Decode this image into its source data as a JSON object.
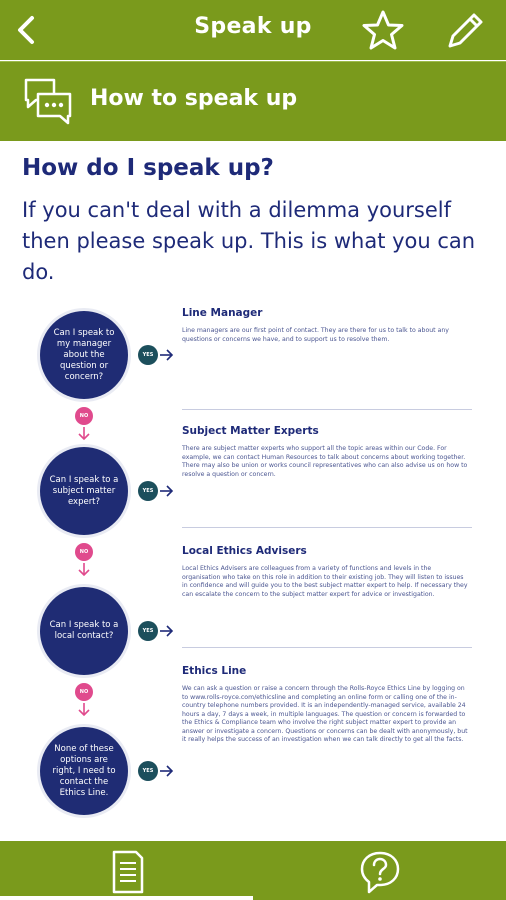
{
  "appbar": {
    "title": "Speak up",
    "icons": [
      "back-arrow-icon",
      "star-icon",
      "pencil-icon"
    ]
  },
  "section": {
    "label": "How to speak up",
    "icon": "chat-bubbles-icon"
  },
  "content": {
    "heading": "How do I speak up?",
    "intro": "If you can't deal with a dilemma yourself then please speak up. This is what you can do."
  },
  "flow": {
    "yes_label": "YES",
    "no_label": "NO",
    "steps": [
      {
        "question": "Can I speak to my manager about the question or concern?",
        "title": "Line Manager",
        "text": "Line managers are our first point of contact. They are there for us to talk to about any questions or concerns we have, and to support us to resolve them."
      },
      {
        "question": "Can I speak to a subject matter expert?",
        "title": "Subject Matter Experts",
        "text": "There are subject matter experts who support all the topic areas within our Code. For example, we can contact Human Resources to talk about concerns about working together. There may also be union or works council representatives who can also advise us on how to resolve a question or concern."
      },
      {
        "question": "Can I speak to a local contact?",
        "title": "Local Ethics Advisers",
        "text": "Local Ethics Advisers are colleagues from a variety of functions and levels in the organisation who take on this role in addition to their existing job. They will listen to issues in confidence and will guide you to the best subject matter expert to help. If necessary they can escalate the concern to the subject matter expert for advice or investigation."
      },
      {
        "question": "None of these options are right, I need to contact the Ethics Line.",
        "title": "Ethics Line",
        "text": "We can ask a question or raise a concern through the Rolls-Royce Ethics Line by logging on to www.rolls-royce.com/ethicsline and completing an online form or calling one of the in-country telephone numbers provided. It is an independently-managed service, available 24 hours a day, 7 days a week, in multiple languages. The question or concern is forwarded to the Ethics & Compliance team who involve the right subject matter expert to provide an answer or investigate a concern. Questions or concerns can be dealt with anonymously, but it really helps the success of an investigation when we can talk directly to get all the facts."
      }
    ]
  },
  "bottom_nav": {
    "items": [
      "document-icon",
      "help-icon"
    ],
    "selected": "document-icon"
  },
  "colors": {
    "bar_green": "#7a9a1c",
    "navy": "#1e2a78",
    "circle_navy": "#1f2c74",
    "yes_teal": "#1c4f5c",
    "no_pink": "#e04a8d"
  }
}
